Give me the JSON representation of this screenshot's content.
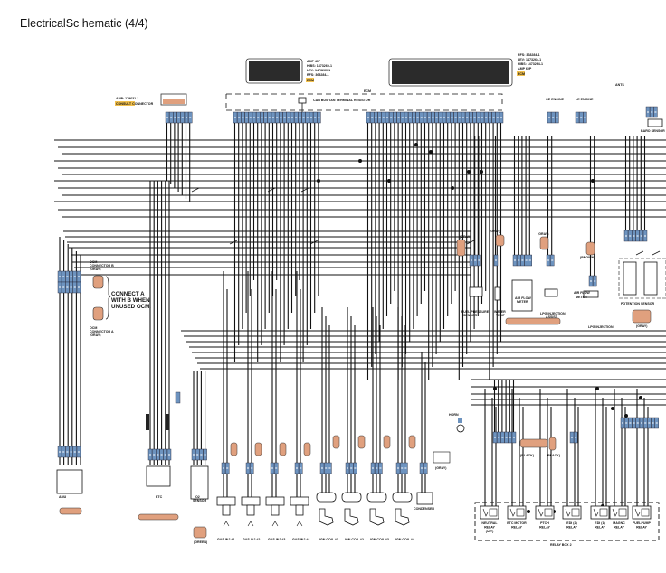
{
  "page": {
    "title": "ElectricalSc hematic (4/4)"
  },
  "colors": {
    "wire": "#111111",
    "connector_blue": "#6d93bf",
    "connector_orange": "#e0a07e",
    "label_highlight": "#f2c14e"
  },
  "ecm": {
    "label": "ECM",
    "can_resistor": "CAN BUS/TAN TERMINAL RESISTOR",
    "connector_left": {
      "lines": [
        "AMP 40P",
        "HIBS: 1473260-1",
        "LEV: 1473260-1",
        "RFS: 368284-1"
      ],
      "tag": "ECM"
    },
    "connector_right": {
      "lines": [
        "RFS: 368284-1",
        "LEV: 1473264-1",
        "HIBS: 1473264-1",
        "AMP 60P"
      ],
      "tag": "ECM"
    }
  },
  "consult": {
    "part": "AMP: 179631-1",
    "label": "CONSULT CONNECTOR"
  },
  "engine_sensors": {
    "ge_engine": "GE ENGINE",
    "le_engine": "LE ENGINE",
    "baro_sensor": "BARO SENSOR",
    "baro_wire": "ANTS"
  },
  "ocm": {
    "connector_b": [
      "OCM",
      "CONNECTOR B",
      "(GRAY)"
    ],
    "connector_a": [
      "OCM",
      "CONNECTOR A",
      "(GRAY)"
    ],
    "note": [
      "CONNECT A",
      "WITH B WHEN",
      "UNUSED OCM."
    ]
  },
  "mid_components": [
    {
      "label": [
        "FUEL PRESSURE",
        "SENSOR"
      ]
    },
    {
      "label": [
        "WATER",
        "TEMP"
      ]
    },
    {
      "label": [
        "AIR FLOW",
        "METER"
      ]
    },
    {
      "label": [
        "LPG INJECTION",
        "ASSIST"
      ]
    },
    {
      "label": [
        "AIR FLOW",
        "METER"
      ]
    },
    {
      "label": [
        "LPG INJECTION"
      ]
    },
    {
      "label": [
        "POTENTION SENSOR"
      ]
    }
  ],
  "connector_color_tags": {
    "gray": "(GRAY)",
    "brown": "(BROWN)",
    "black": "(BLACK)"
  },
  "bottom_components": {
    "amu": "AMU",
    "etc": "ETC",
    "o2_sensor": [
      "O2",
      "SENSOR"
    ],
    "o2_color": "(GREEN)",
    "gas_injectors": [
      "GAS INJ #1",
      "GAS INJ #2",
      "GAS INJ #3",
      "GAS INJ #4"
    ],
    "ign_coils": [
      "IGN COIL #1",
      "IGN COIL #2",
      "IGN COIL #3",
      "IGN COIL #4"
    ],
    "condenser": "CONDENSER",
    "horn": "HORN"
  },
  "relay_box": {
    "label": "RELAY BOX 2",
    "relays": [
      {
        "label": [
          "NEUTRAL",
          "RELAY",
          "(M/T)"
        ]
      },
      {
        "label": [
          "ETC MOTOR",
          "RELAY"
        ]
      },
      {
        "label": [
          "PTCH",
          "RELAY"
        ]
      },
      {
        "label": [
          "EDI (2)",
          "RELAY"
        ]
      },
      {
        "label": [
          "EDI (1)",
          "RELAY"
        ]
      },
      {
        "label": [
          "MAGNC",
          "RELAY"
        ]
      },
      {
        "label": [
          "FUELPUMP",
          "RELAY"
        ]
      }
    ]
  }
}
